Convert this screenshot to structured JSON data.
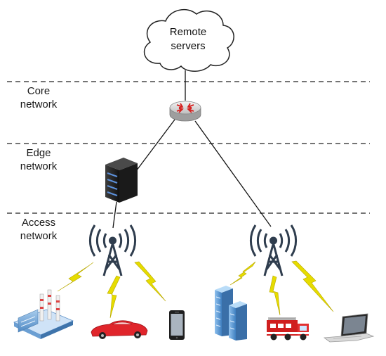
{
  "cloud": {
    "label_line1": "Remote",
    "label_line2": "servers"
  },
  "layers": {
    "core": {
      "line1": "Core",
      "line2": "network"
    },
    "edge": {
      "line1": "Edge",
      "line2": "network"
    },
    "access": {
      "line1": "Access",
      "line2": "network"
    }
  },
  "colors": {
    "lightning": "#e8e000",
    "line": "#111111",
    "router": "#d9d9d9",
    "router_arrows": "#d6201f",
    "tower": "#3b4a5c",
    "server": "#2b2b2b",
    "car": "#e0252b",
    "firetruck": "#d01f1f",
    "building": "#5b9bd5",
    "factory": "#6fa8dc"
  },
  "icons": {
    "cloud": "cloud-icon",
    "router": "router-icon",
    "edge_server": "server-rack-icon",
    "left_tower": "antenna-tower-icon",
    "right_tower": "antenna-tower-icon",
    "factory": "factory-icon",
    "car": "car-icon",
    "phone": "smartphone-icon",
    "buildings": "office-buildings-icon",
    "firetruck": "fire-truck-icon",
    "laptop": "laptop-icon"
  }
}
